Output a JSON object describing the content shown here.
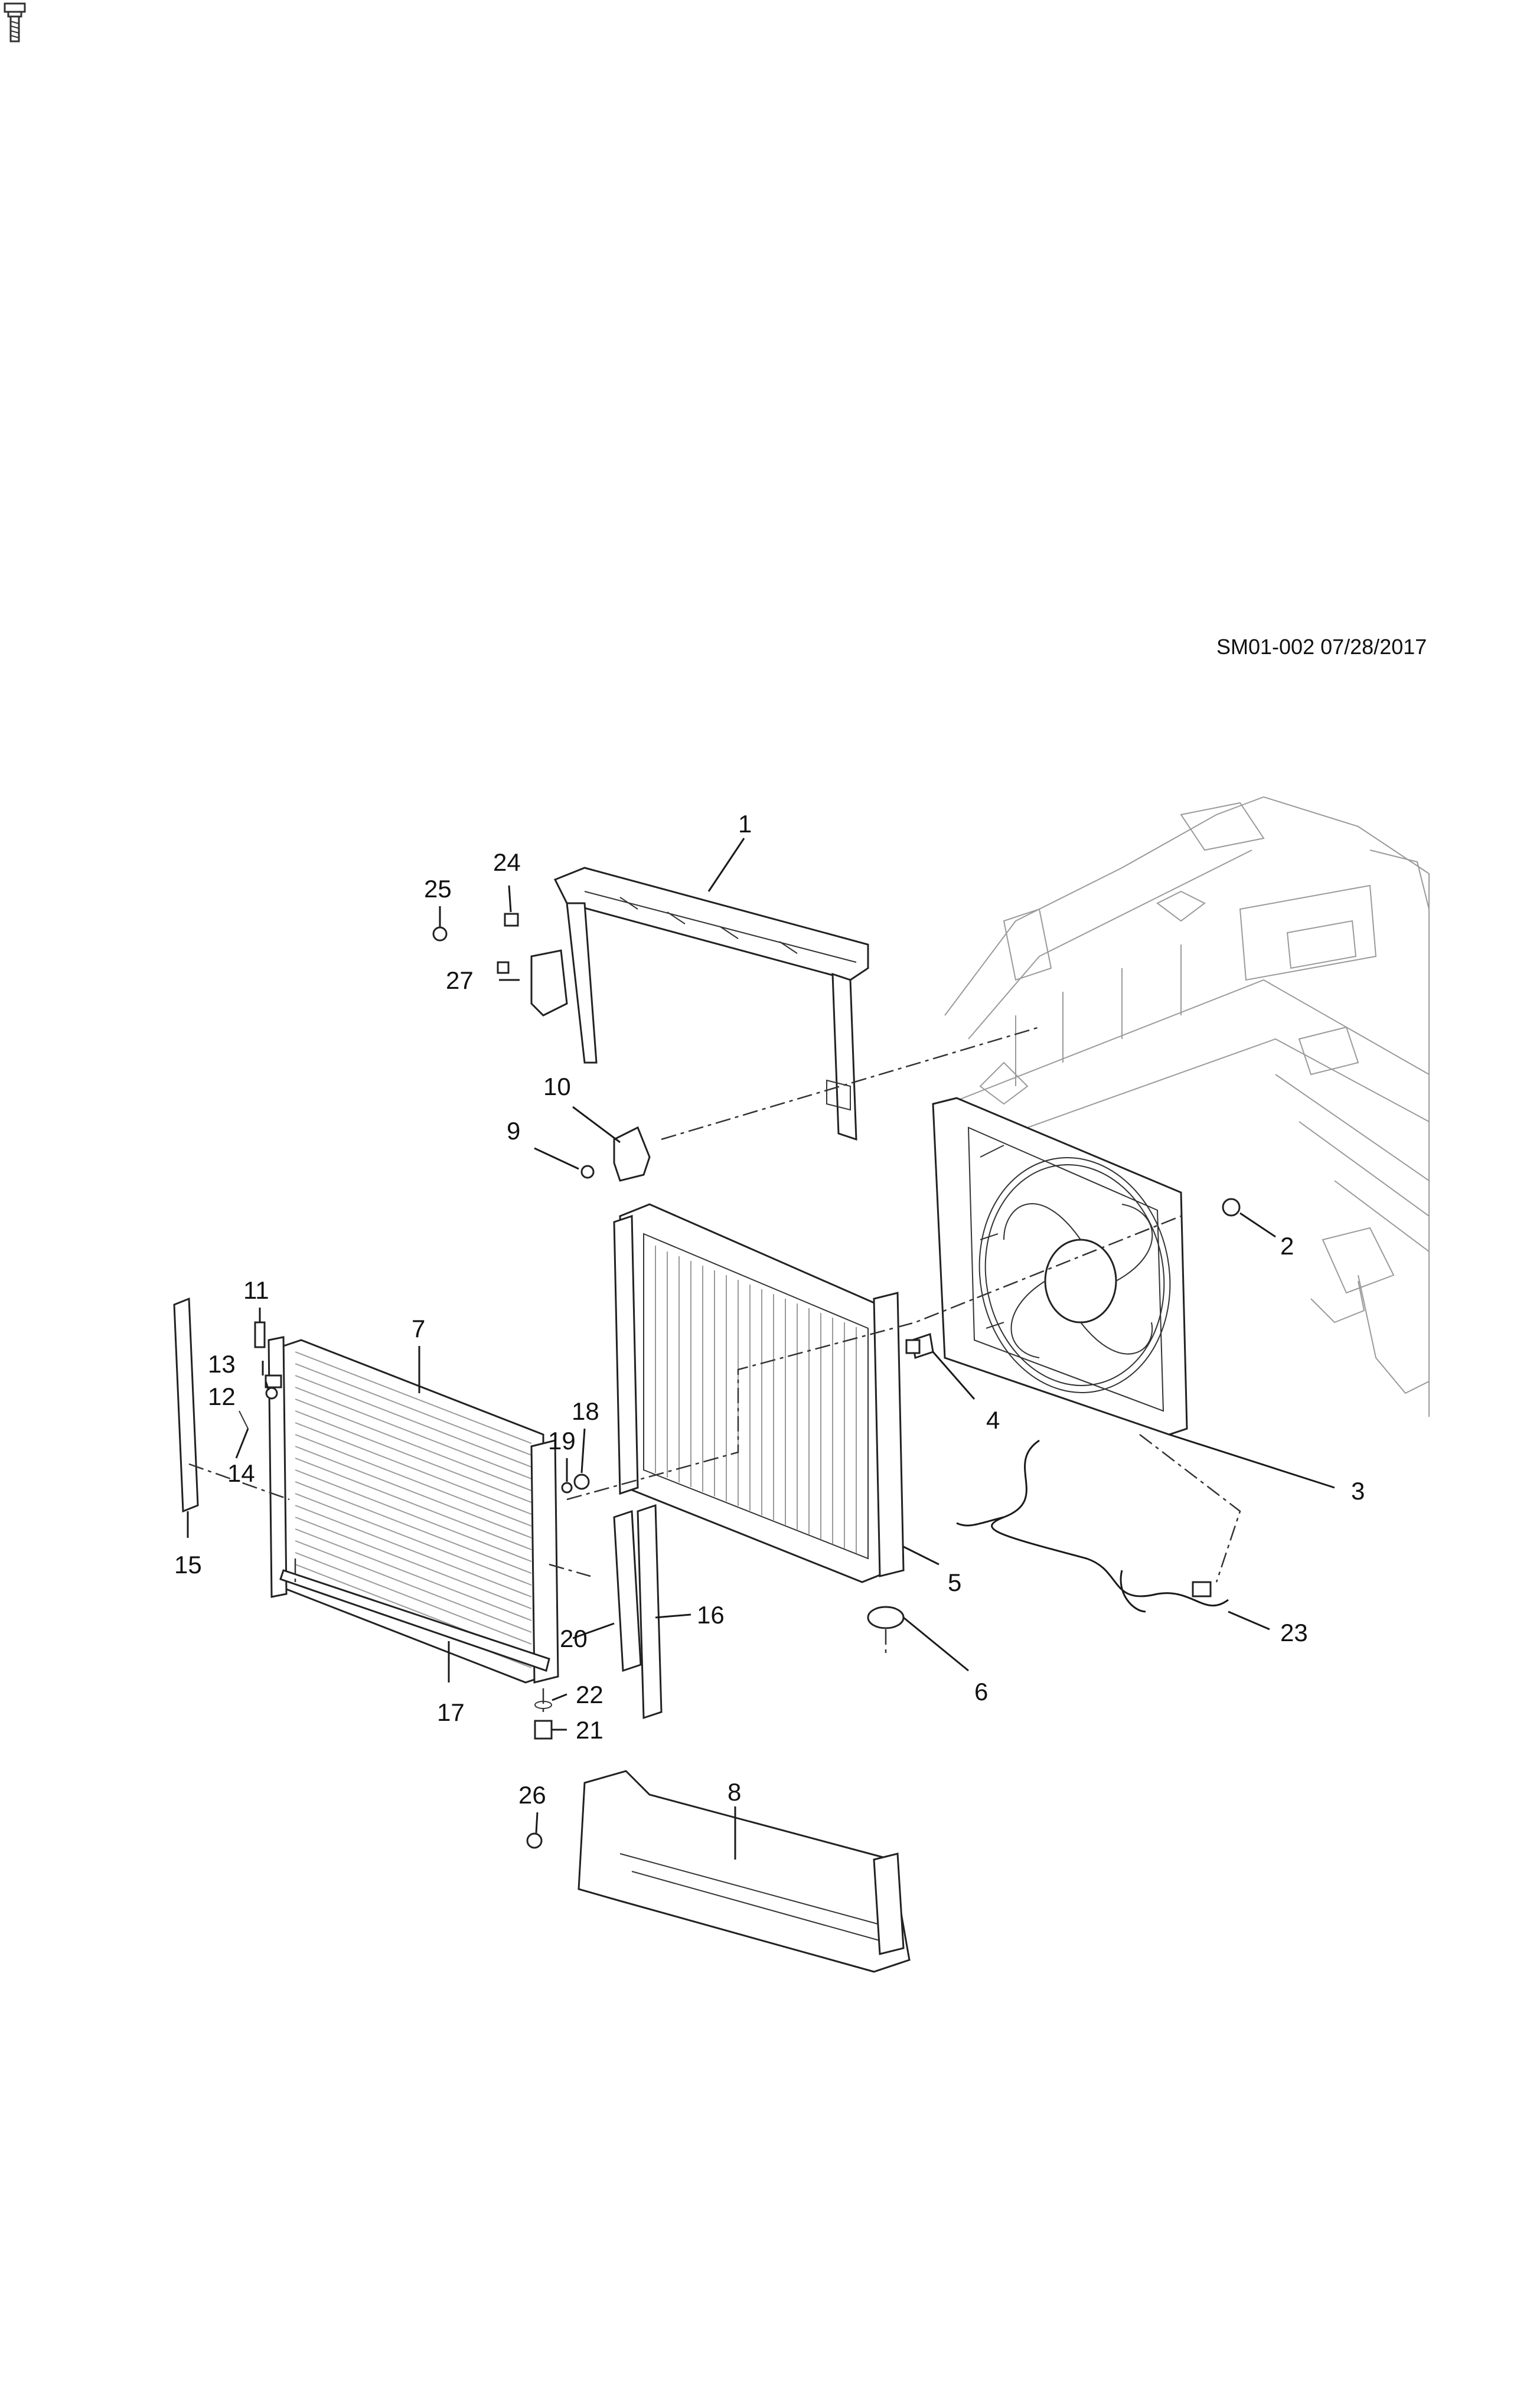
{
  "document": {
    "code": "SM01-002 07/28/2017"
  },
  "icons": {
    "corner": "bolt-icon"
  },
  "callouts": [
    {
      "id": "1",
      "text": "1"
    },
    {
      "id": "2",
      "text": "2"
    },
    {
      "id": "3",
      "text": "3"
    },
    {
      "id": "4",
      "text": "4"
    },
    {
      "id": "5",
      "text": "5"
    },
    {
      "id": "6",
      "text": "6"
    },
    {
      "id": "7",
      "text": "7"
    },
    {
      "id": "8",
      "text": "8"
    },
    {
      "id": "9",
      "text": "9"
    },
    {
      "id": "10",
      "text": "10"
    },
    {
      "id": "11",
      "text": "11"
    },
    {
      "id": "12",
      "text": "12"
    },
    {
      "id": "13",
      "text": "13"
    },
    {
      "id": "14",
      "text": "14"
    },
    {
      "id": "15",
      "text": "15"
    },
    {
      "id": "16",
      "text": "16"
    },
    {
      "id": "17",
      "text": "17"
    },
    {
      "id": "18",
      "text": "18"
    },
    {
      "id": "19",
      "text": "19"
    },
    {
      "id": "20",
      "text": "20"
    },
    {
      "id": "21",
      "text": "21"
    },
    {
      "id": "22",
      "text": "22"
    },
    {
      "id": "23",
      "text": "23"
    },
    {
      "id": "24",
      "text": "24"
    },
    {
      "id": "25",
      "text": "25"
    },
    {
      "id": "26",
      "text": "26"
    },
    {
      "id": "27",
      "text": "27"
    }
  ]
}
